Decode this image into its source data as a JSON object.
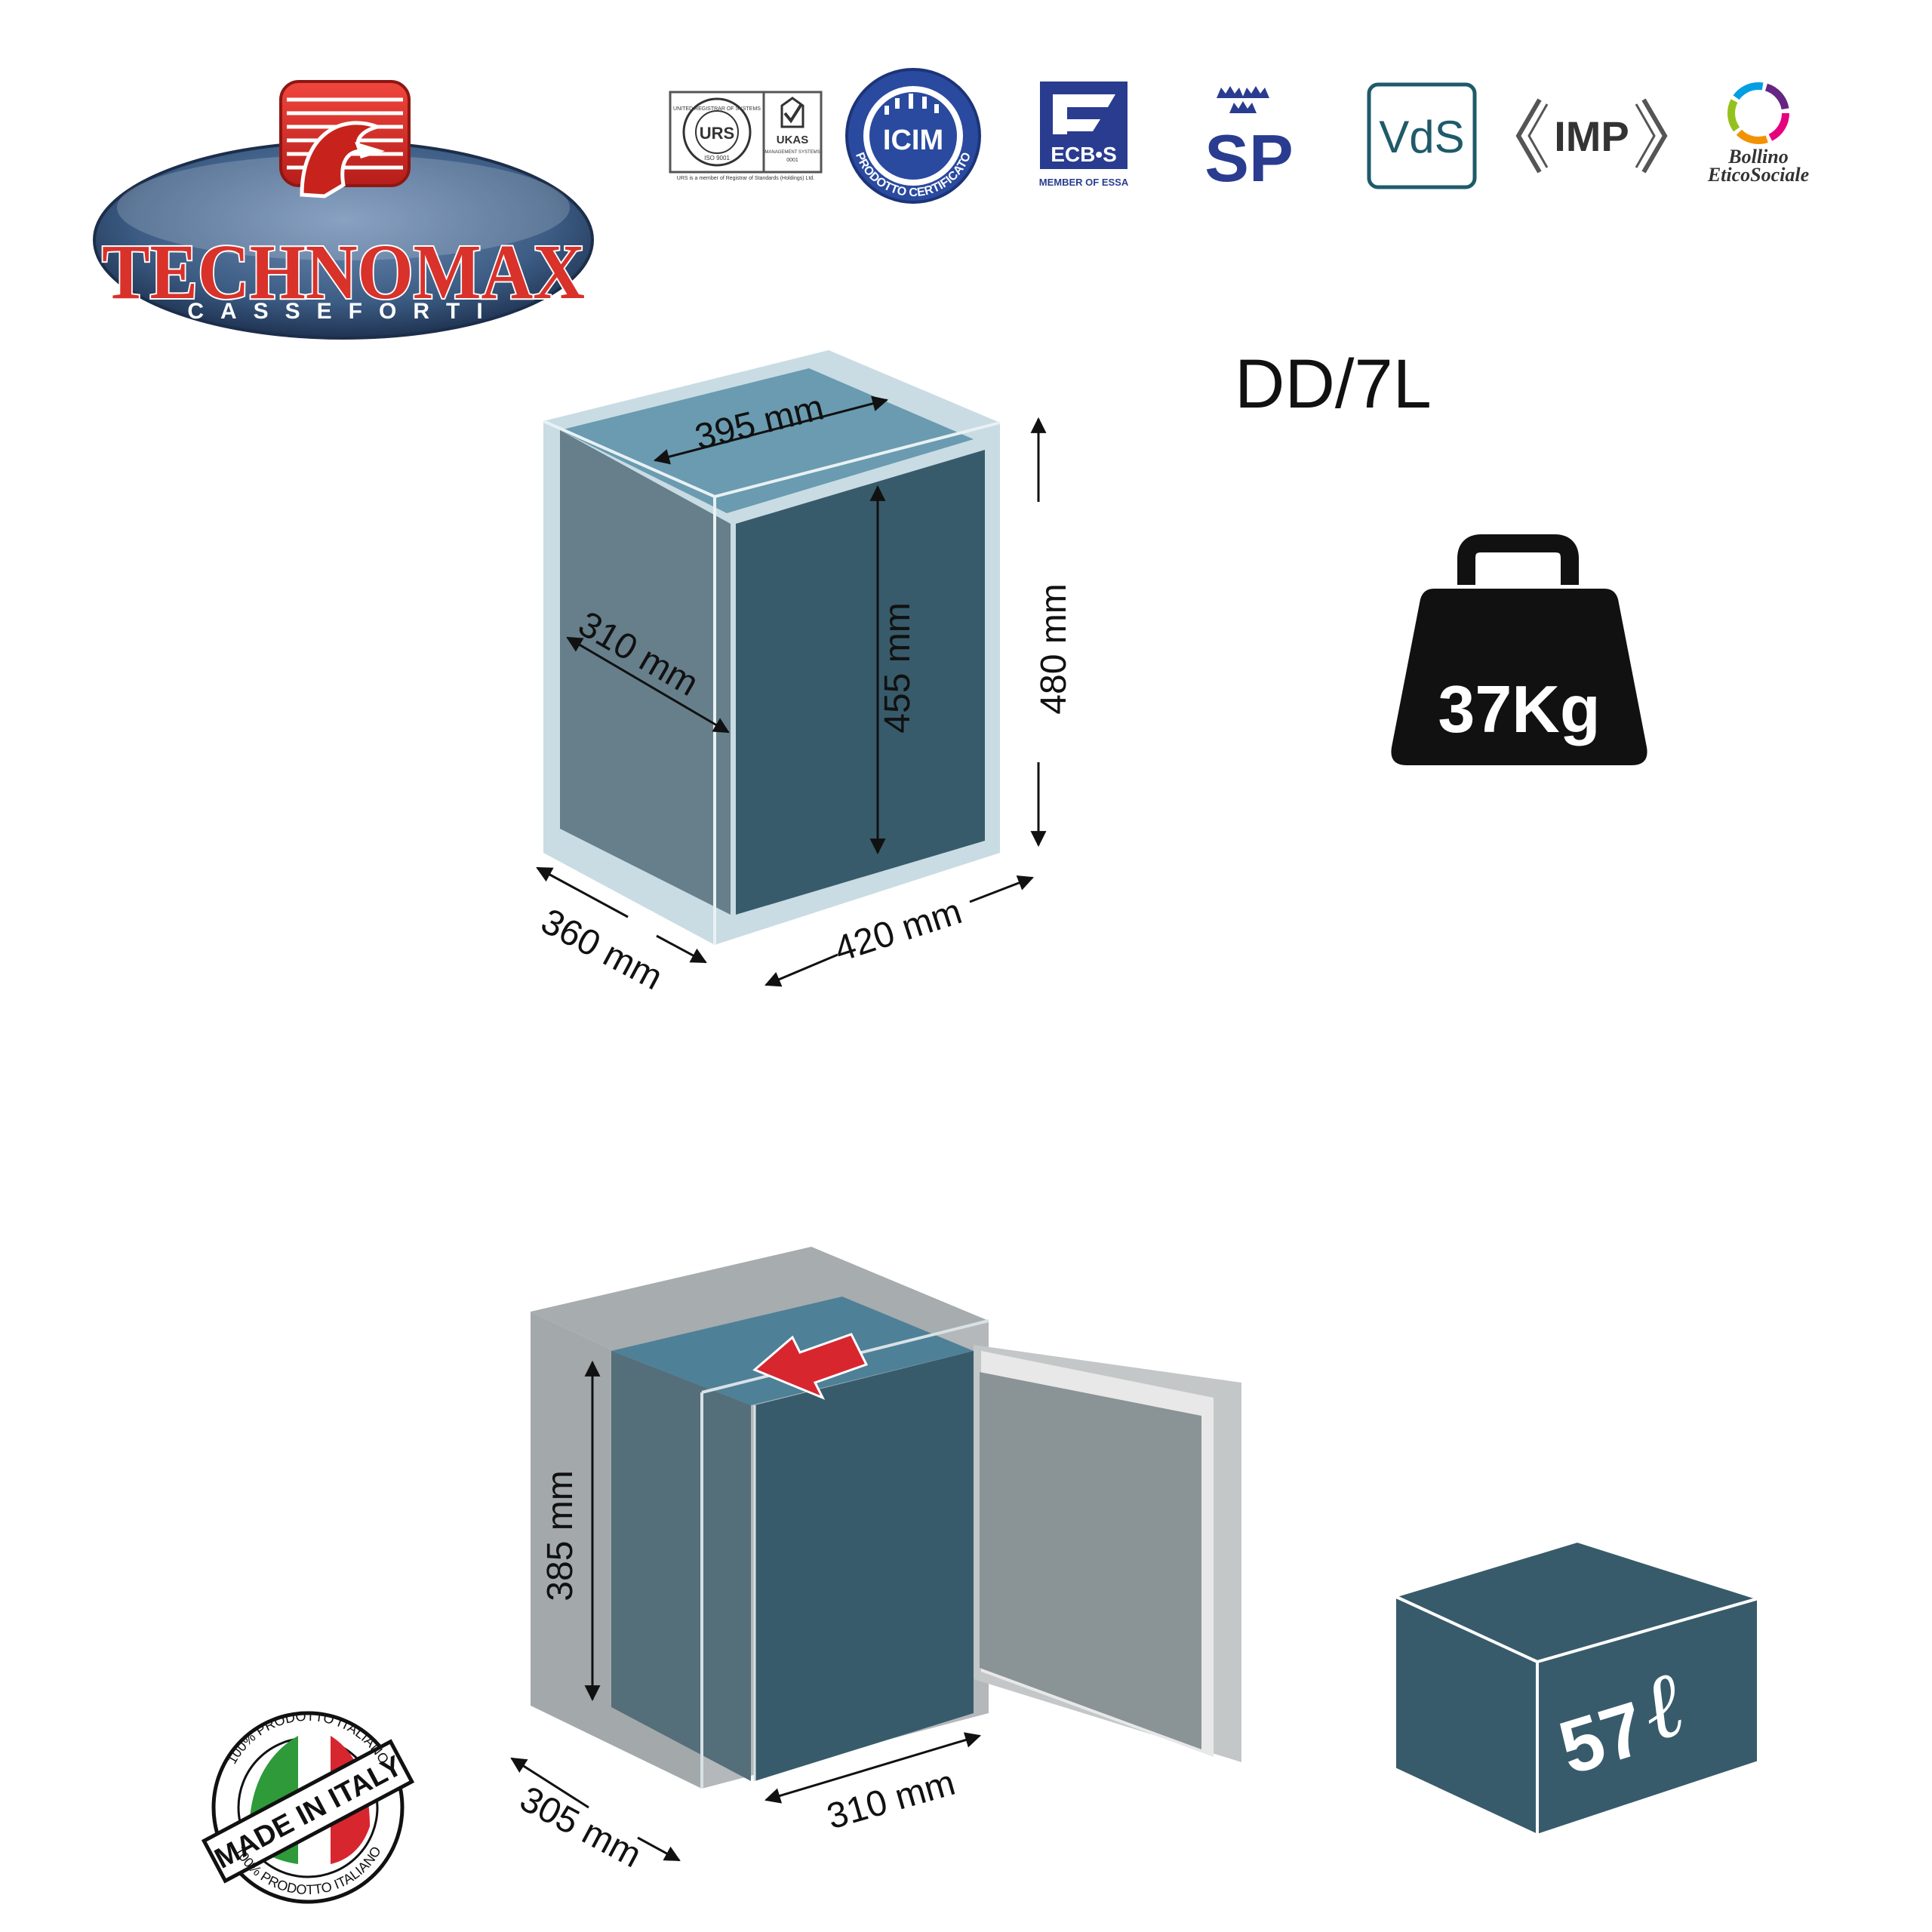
{
  "brand": {
    "name": "TECHNOMAX",
    "subtitle": "CASSEFORTI"
  },
  "certifications": {
    "urs": {
      "seal_top": "UNITED REGISTRAR OF SYSTEMS",
      "seal_center": "URS",
      "seal_bottom": "ISO 9001",
      "ukas": "UKAS",
      "ukas_sub": "MANAGEMENT SYSTEMS",
      "ukas_code": "0001",
      "footnote": "URS is a member of Registrar of Standards (Holdings) Ltd."
    },
    "icim": {
      "name": "ICIM",
      "ring_text": "PRODOTTO CERTIFICATO"
    },
    "ecbs": {
      "name": "ECB•S",
      "member": "MEMBER OF ESSA"
    },
    "sp": {
      "name": "SP"
    },
    "vds": {
      "name": "VdS"
    },
    "imp": {
      "name": "IMP"
    },
    "bollino": {
      "line1": "Bollino",
      "line2": "EticoSociale"
    }
  },
  "model": "DD/7L",
  "weight": {
    "label": "37Kg"
  },
  "exterior": {
    "top_width": "395 mm",
    "inner_depth": "310 mm",
    "inner_height": "455 mm",
    "height": "480 mm",
    "depth": "360 mm",
    "width": "420 mm"
  },
  "interior": {
    "height": "385 mm",
    "depth": "305 mm",
    "width": "310 mm"
  },
  "volume": {
    "value": "57",
    "unit": "ℓ"
  },
  "made_in_italy": {
    "band": "MADE IN ITALY",
    "ring_top": "100% PRODOTTO ITALIANO",
    "ring_bottom": "100% PRODOTTO ITALIANO"
  },
  "colors": {
    "safe_front": "#375b6b",
    "safe_side": "#667f8b",
    "safe_top": "#6a9bb0",
    "glass": "#c9dce3",
    "brand_red": "#d8322b",
    "oval_blue": "#3c5c84",
    "door_gray": "#8a9396",
    "accent_red": "#d8262f"
  }
}
